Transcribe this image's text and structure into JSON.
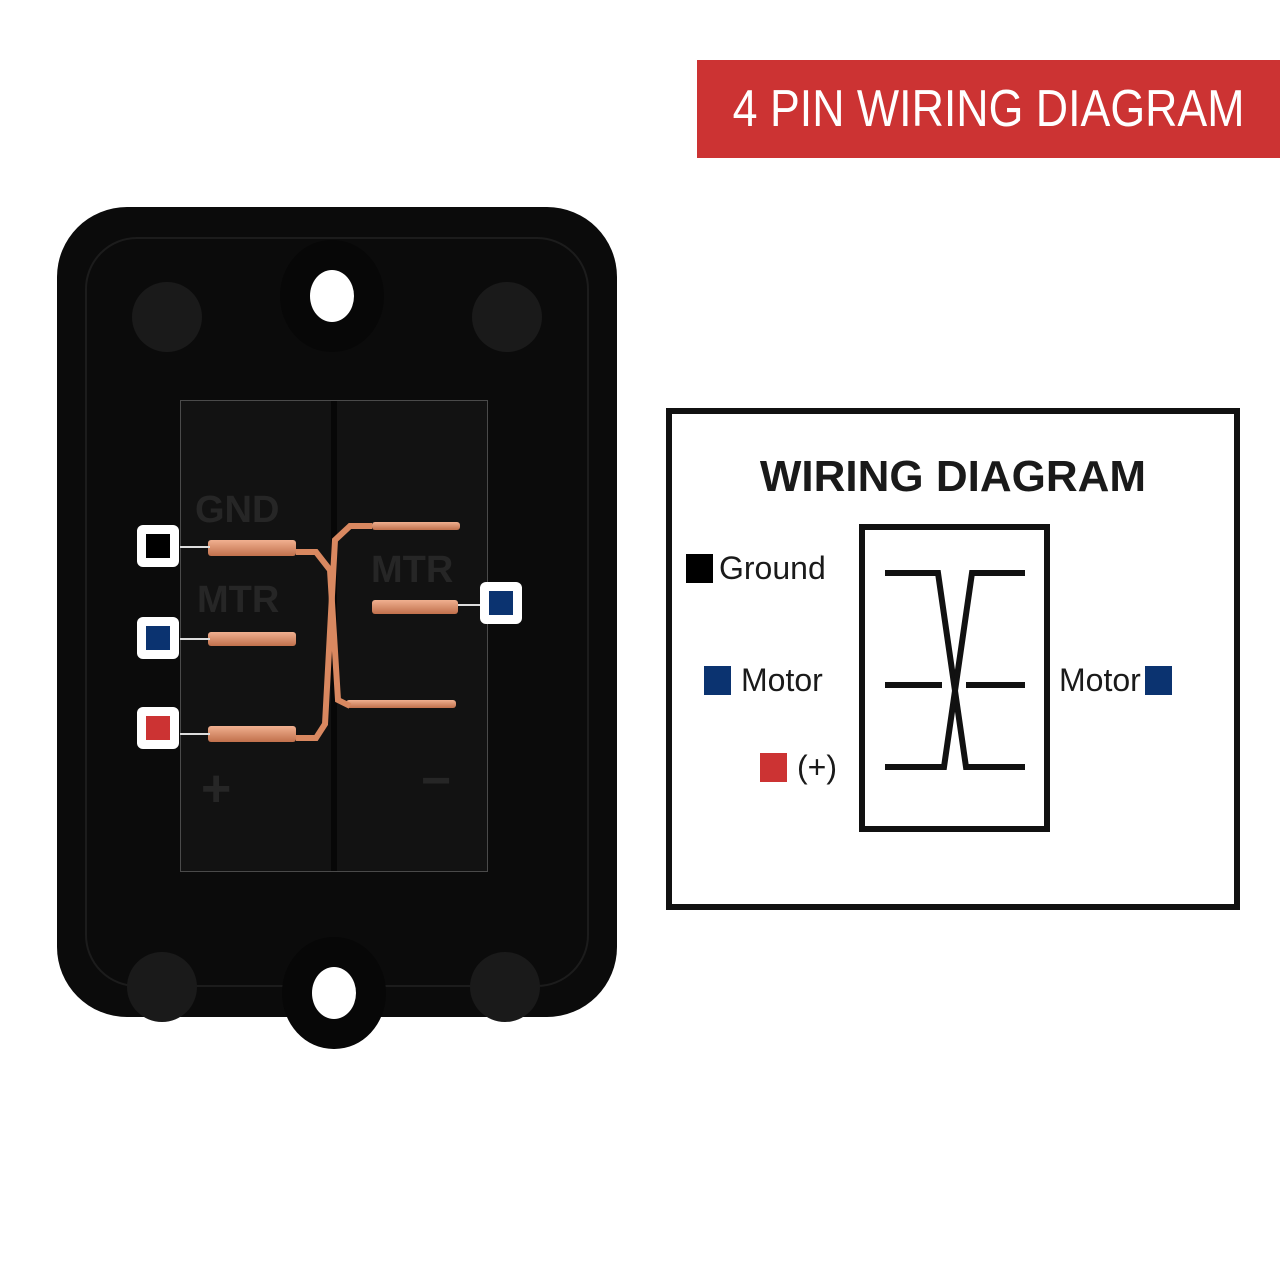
{
  "banner": {
    "title": "4 PIN WIRING DIAGRAM",
    "background": "#cc3333",
    "text_color": "#ffffff"
  },
  "photo": {
    "molded_labels": {
      "gnd": "GND",
      "mtr_left": "MTR",
      "mtr_right": "MTR",
      "plus": "+",
      "minus": "−"
    },
    "callouts": [
      {
        "side": "left",
        "pin": "ground",
        "color": "#000000"
      },
      {
        "side": "left",
        "pin": "motor",
        "color": "#0b3370"
      },
      {
        "side": "left",
        "pin": "positive",
        "color": "#cc3333"
      },
      {
        "side": "right",
        "pin": "motor",
        "color": "#0b3370"
      }
    ]
  },
  "schematic": {
    "title": "WIRING DIAGRAM",
    "left_labels": [
      {
        "label": "Ground",
        "color": "#000000"
      },
      {
        "label": "Motor",
        "color": "#0b3370"
      },
      {
        "label": "(+)",
        "color": "#cc3333"
      }
    ],
    "right_labels": [
      {
        "label": "Motor",
        "color": "#0b3370"
      }
    ]
  }
}
